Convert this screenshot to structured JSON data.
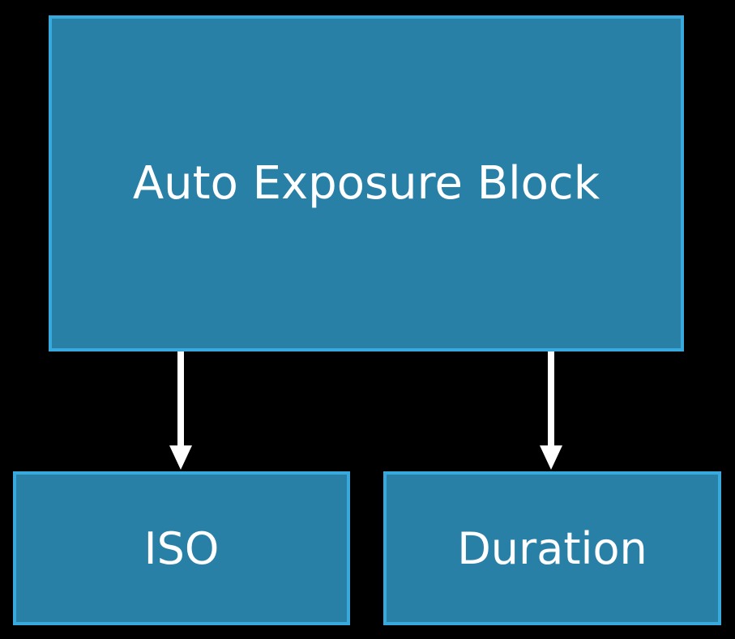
{
  "diagram": {
    "top_block": {
      "label": "Auto Exposure Block"
    },
    "left_block": {
      "label": "ISO"
    },
    "right_block": {
      "label": "Duration"
    },
    "connections": [
      {
        "from": "Auto Exposure Block",
        "to": "ISO"
      },
      {
        "from": "Auto Exposure Block",
        "to": "Duration"
      }
    ]
  },
  "colors": {
    "background": "#000000",
    "block_fill": "#2980a7",
    "block_border": "#38a9dc",
    "text": "#ffffff",
    "arrow": "#ffffff"
  }
}
